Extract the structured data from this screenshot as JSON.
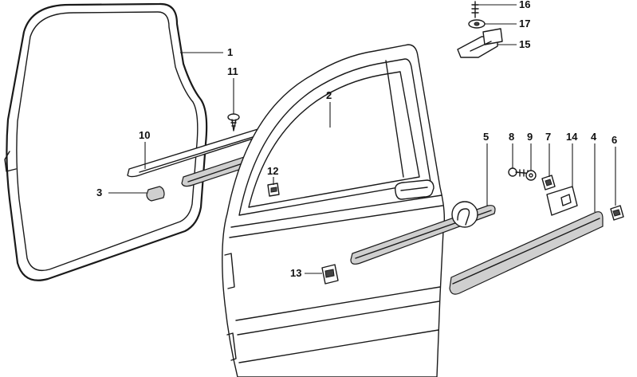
{
  "callouts": [
    {
      "id": "c1",
      "label": "1"
    },
    {
      "id": "c2",
      "label": "2"
    },
    {
      "id": "c3",
      "label": "3"
    },
    {
      "id": "c4",
      "label": "4"
    },
    {
      "id": "c5",
      "label": "5"
    },
    {
      "id": "c6",
      "label": "6"
    },
    {
      "id": "c7",
      "label": "7"
    },
    {
      "id": "c8",
      "label": "8"
    },
    {
      "id": "c9",
      "label": "9"
    },
    {
      "id": "c10",
      "label": "10"
    },
    {
      "id": "c11",
      "label": "11"
    },
    {
      "id": "c12",
      "label": "12"
    },
    {
      "id": "c13",
      "label": "13"
    },
    {
      "id": "c14",
      "label": "14"
    },
    {
      "id": "c15",
      "label": "15"
    },
    {
      "id": "c16",
      "label": "16"
    },
    {
      "id": "c17",
      "label": "17"
    }
  ]
}
